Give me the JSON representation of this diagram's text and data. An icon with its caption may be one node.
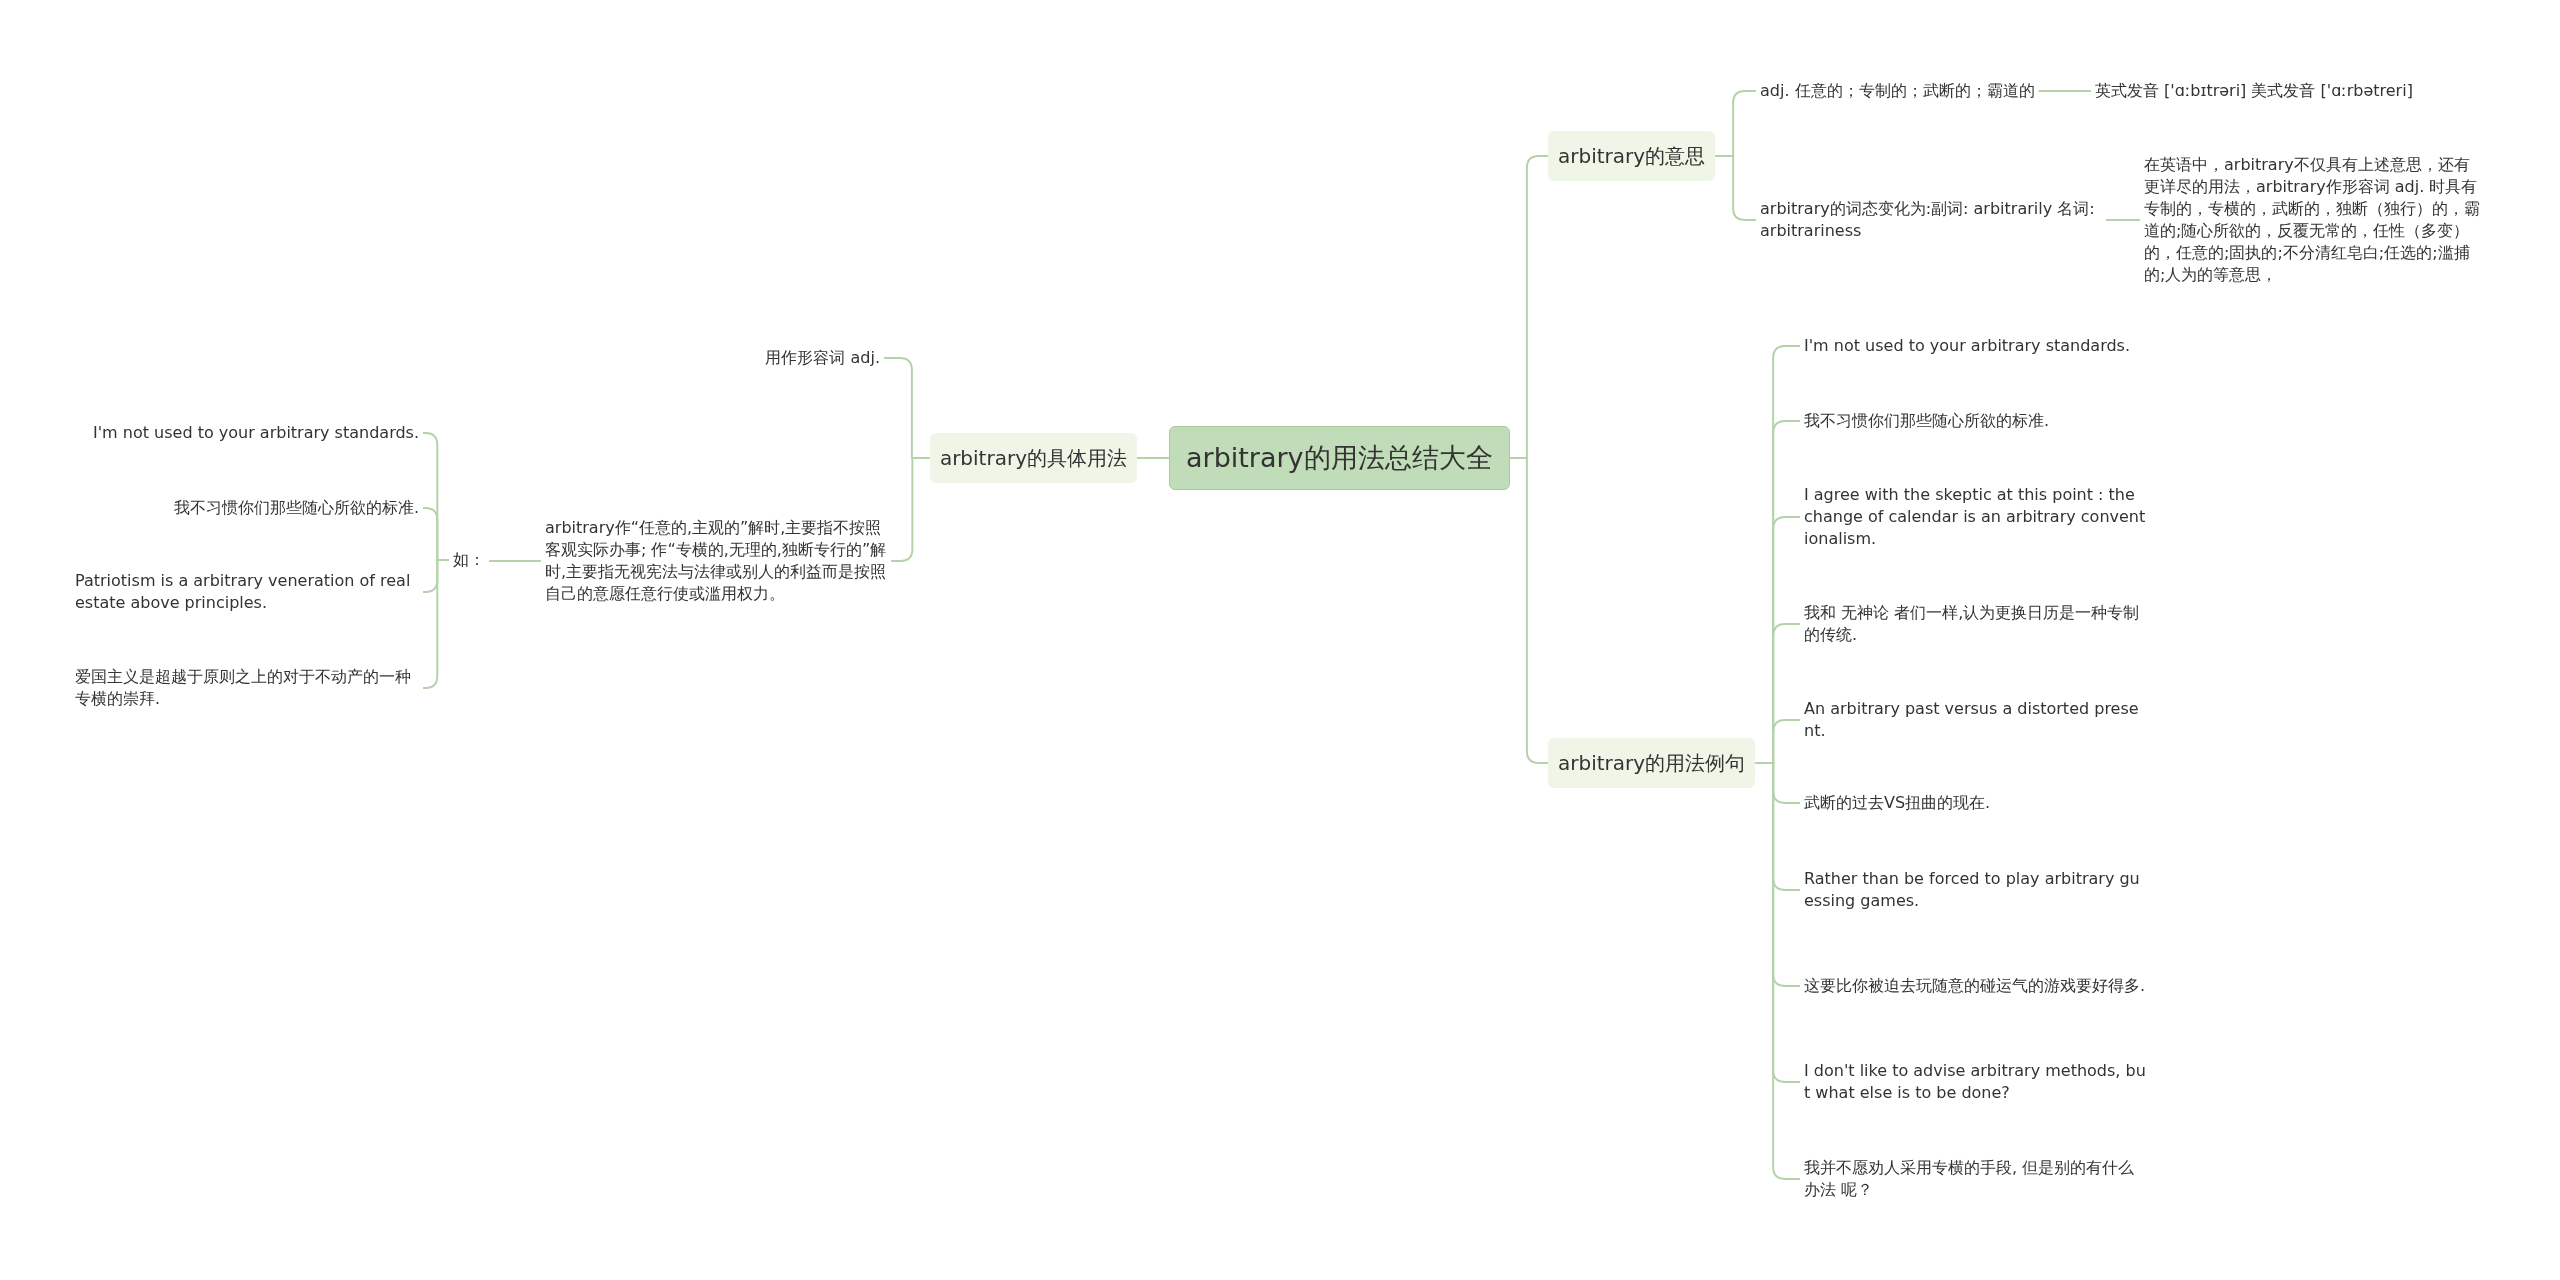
{
  "diagram": {
    "nodes": [
      {
        "text": [
          "arbitrary的用法总结大全"
        ]
      },
      {
        "text": [
          "arbitrary的具体用法"
        ]
      },
      {
        "text": [
          "用作形容词 adj."
        ]
      },
      {
        "text": [
          "arbitrary作“任意的,主观的”解时,主要指不按照客观实际办事; 作“专横的,无理的,独断专行的”解时,主要指无视宪法与法律或别人的利益而是按照自己的意愿任意行使或滥用权力。"
        ]
      },
      {
        "text": [
          "如："
        ]
      },
      {
        "text": [
          "I'm not used to your arbitrary standards."
        ]
      },
      {
        "text": [
          "我不习惯你们那些随心所欲的标准."
        ]
      },
      {
        "text": [
          "Patriotism is a arbitrary veneration of real estate above principles."
        ]
      },
      {
        "text": [
          "爱国主义是超越于原则之上的对于不动产的一种专横的崇拜."
        ]
      },
      {
        "text": [
          "arbitrary的意思"
        ]
      },
      {
        "text": [
          "adj. 任意的；专制的；武断的；霸道的"
        ]
      },
      {
        "text": [
          "英式发音 ['ɑːbɪtrəri] 美式发音 ['ɑːrbətreri]"
        ]
      },
      {
        "text": [
          "arbitrary的词态变化为:副词: arbitrarily 名词: arbitrariness"
        ]
      },
      {
        "text": [
          "在英语中，arbitrary不仅具有上述意思，还有更详尽的用法，arbitrary作形容词 adj. 时具有专制的，专横的，武断的，独断（独行）的，霸道的;随心所欲的，反覆无常的，任性（多变）的，任意的;固执的;不分清红皂白;任选的;滥捕的;人为的等意思，"
        ]
      },
      {
        "text": [
          "arbitrary的用法例句"
        ]
      },
      {
        "text": [
          "I'm not used to your arbitrary standards."
        ]
      },
      {
        "text": [
          "我不习惯你们那些随心所欲的标准."
        ]
      },
      {
        "text": [
          "I agree with the skeptic at this point : the change of calendar is an arbitrary conventionalism."
        ]
      },
      {
        "text": [
          "我和 无神论 者们一样,认为更换日历是一种专制的传统."
        ]
      },
      {
        "text": [
          "An arbitrary past versus a distorted present."
        ]
      },
      {
        "text": [
          "武断的过去VS扭曲的现在."
        ]
      },
      {
        "text": [
          "Rather than be forced to play arbitrary guessing games."
        ]
      },
      {
        "text": [
          "这要比你被迫去玩随意的碰运气的游戏要好得多."
        ]
      },
      {
        "text": [
          "I don't like to advise arbitrary methods, but what else is to be done?"
        ]
      },
      {
        "text": [
          "我并不愿劝人采用专横的手段, 但是别的有什么办法 呢？"
        ]
      }
    ],
    "edges": [
      {
        "from": 0,
        "to": 1,
        "arrow": "none"
      },
      {
        "from": 1,
        "to": 2,
        "arrow": "none"
      },
      {
        "from": 1,
        "to": 3,
        "arrow": "none"
      },
      {
        "from": 3,
        "to": 4,
        "arrow": "none"
      },
      {
        "from": 4,
        "to": 5,
        "arrow": "none"
      },
      {
        "from": 4,
        "to": 6,
        "arrow": "none"
      },
      {
        "from": 4,
        "to": 7,
        "arrow": "none"
      },
      {
        "from": 4,
        "to": 8,
        "arrow": "none"
      },
      {
        "from": 0,
        "to": 9,
        "arrow": "none"
      },
      {
        "from": 9,
        "to": 10,
        "arrow": "none"
      },
      {
        "from": 10,
        "to": 11,
        "arrow": "none"
      },
      {
        "from": 9,
        "to": 12,
        "arrow": "none"
      },
      {
        "from": 12,
        "to": 13,
        "arrow": "none"
      },
      {
        "from": 0,
        "to": 14,
        "arrow": "none"
      },
      {
        "from": 14,
        "to": 15,
        "arrow": "none"
      },
      {
        "from": 14,
        "to": 16,
        "arrow": "none"
      },
      {
        "from": 14,
        "to": 17,
        "arrow": "none"
      },
      {
        "from": 14,
        "to": 18,
        "arrow": "none"
      },
      {
        "from": 14,
        "to": 19,
        "arrow": "none"
      },
      {
        "from": 14,
        "to": 20,
        "arrow": "none"
      },
      {
        "from": 14,
        "to": 21,
        "arrow": "none"
      },
      {
        "from": 14,
        "to": 22,
        "arrow": "none"
      },
      {
        "from": 14,
        "to": 23,
        "arrow": "none"
      },
      {
        "from": 14,
        "to": 24,
        "arrow": "none"
      }
    ]
  }
}
